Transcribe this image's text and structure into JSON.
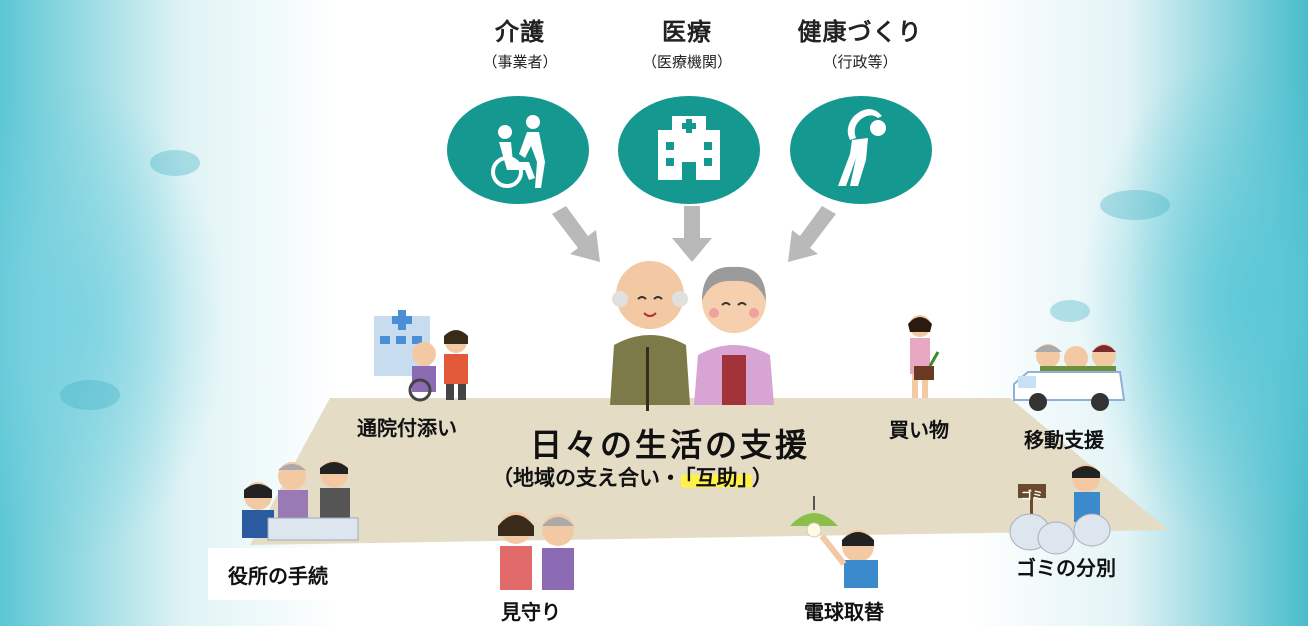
{
  "categories": [
    {
      "title": "介護",
      "sub": "（事業者）",
      "icon": "wheelchair-care-icon"
    },
    {
      "title": "医療",
      "sub": "（医療機関）",
      "icon": "hospital-icon"
    },
    {
      "title": "健康づくり",
      "sub": "（行政等）",
      "icon": "exercise-stretch-icon"
    }
  ],
  "center": {
    "title": "日々の生活の支援",
    "sub_prefix": "（地域の支え合い・",
    "sub_highlight": "「互助」",
    "sub_suffix": "）"
  },
  "supports": {
    "hospital_escort": "通院付添い",
    "shopping": "買い物",
    "transport": "移動支援",
    "paperwork": "役所の手続",
    "watching": "見守り",
    "bulb": "電球取替",
    "garbage": "ゴミの分別"
  },
  "signs": {
    "garbage_sign": "ゴミ"
  },
  "colors": {
    "teal": "#14988f",
    "highlight": "#fff14a",
    "platform": "#e5dcc6"
  }
}
